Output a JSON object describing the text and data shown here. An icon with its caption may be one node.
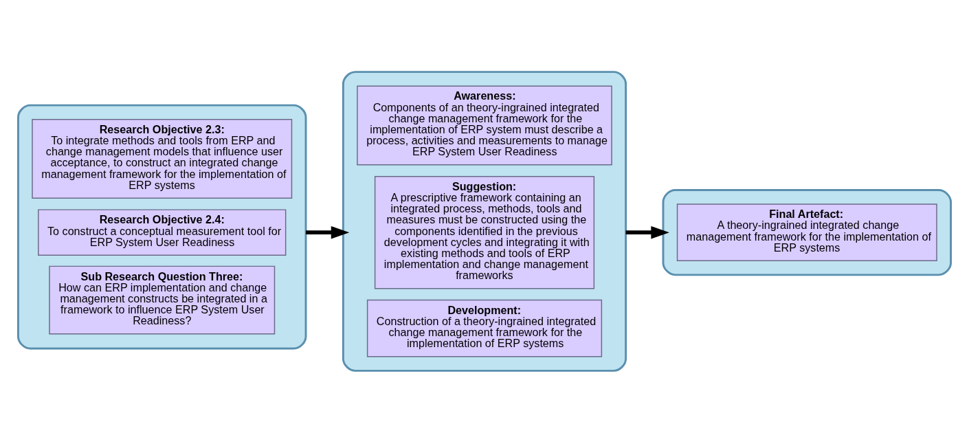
{
  "diagram": {
    "nodes": [
      {
        "text": [],
        "shape": "box"
      },
      {
        "text": [
          "Research Objective 2.3:",
          "To integrate methods and tools from ERP and change management models that influence user acceptance, to construct an integrated change management framework for the implementation of ERP systems"
        ],
        "in": 0
      },
      {
        "text": [
          "Research Objective 2.4:",
          "To construct a conceptual measurement tool for ERP System User Readiness"
        ],
        "in": 0
      },
      {
        "text": [
          "Sub Research Question Three:",
          "How can ERP implementation and change management constructs be integrated in a framework to influence ERP System User Readiness?"
        ],
        "in": 0
      },
      {
        "text": [],
        "shape": "box"
      },
      {
        "text": [
          "Awareness:",
          "Components of an theory-ingrained integrated change management framework for the implementation of ERP system must describe a process, activities and measurements to manage ERP System User Readiness"
        ],
        "in": 4
      },
      {
        "text": [
          "Suggestion:",
          "A prescriptive framework containing an integrated process, methods, tools and measures must be constructed using the components identified in the previous development cycles and integrating it with existing methods and tools of ERP implementation and change management frameworks"
        ],
        "in": 4
      },
      {
        "text": [
          "Development:",
          "Construction of a theory-ingrained integrated change management framework for the implementation of ERP systems"
        ],
        "in": 4
      },
      {
        "text": [],
        "shape": "box"
      },
      {
        "text": [
          "Final Artefact:",
          "A theory-ingrained integrated change management framework for the implementation of ERP systems"
        ],
        "in": 8
      }
    ],
    "edges": [
      {
        "from": 0,
        "to": 4,
        "arrow": "to"
      },
      {
        "from": 4,
        "to": 8,
        "arrow": "to"
      }
    ]
  }
}
